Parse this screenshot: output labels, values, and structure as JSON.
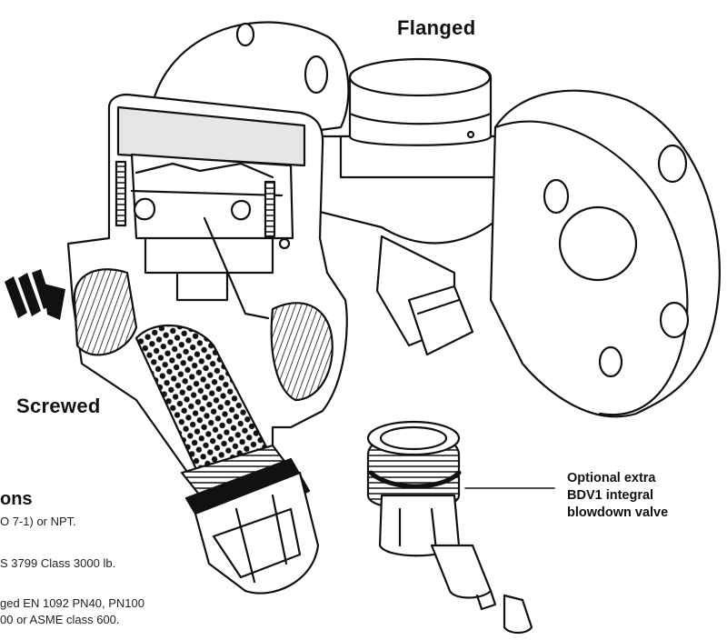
{
  "labels": {
    "flanged": "Flanged",
    "screwed": "Screwed",
    "callout": [
      "Optional extra",
      "BDV1 integral",
      "blowdown valve"
    ]
  },
  "connections": {
    "title_fragment": "ons",
    "lines": [
      "O 7-1) or NPT.",
      "S 3799 Class 3000 lb.",
      "ged EN 1092 PN40, PN100",
      "00 or ASME class 600."
    ]
  },
  "colors": {
    "outline": "#111111",
    "fill": "#ffffff",
    "section": "#e6e6e6",
    "arrow": "#111111"
  }
}
